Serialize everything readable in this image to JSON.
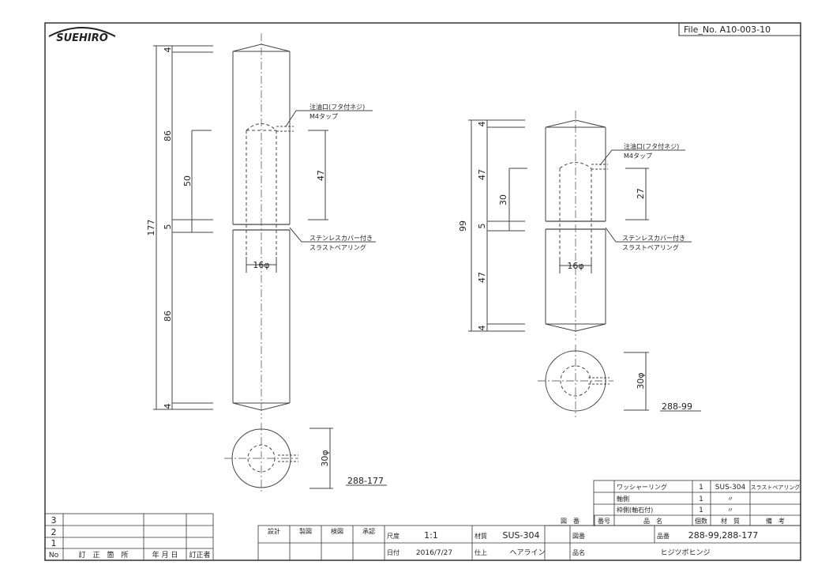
{
  "header": {
    "logo_text": "SUEHIRO",
    "file_no": "File_No. A10-003-10"
  },
  "views": {
    "long": {
      "dims": {
        "total": "177",
        "top_chamfer": "4",
        "upper_len": "86",
        "gap": "5",
        "lower_len": "86",
        "bottom_chamfer": "4",
        "pin_inner": "50",
        "oil_depth": "47",
        "pin_dia": "16φ",
        "outer_dia": "30φ"
      },
      "part_no": "288-177"
    },
    "short": {
      "dims": {
        "total": "99",
        "top_chamfer": "4",
        "upper_len": "47",
        "gap": "5",
        "lower_len": "47",
        "bottom_chamfer": "4",
        "pin_inner": "30",
        "oil_depth": "27",
        "pin_dia": "16φ",
        "outer_dia": "30φ"
      },
      "part_no": "288-99"
    }
  },
  "notes": {
    "oil_port_line1": "注油口(フタ付ネジ)",
    "oil_port_line2": "M4タップ",
    "cover_line1": "ステンレスカバー付き",
    "cover_line2": "スラストベアリング"
  },
  "parts_list": {
    "headers": [
      "図　番",
      "番号",
      "品　名",
      "個数",
      "材　質",
      "備　考"
    ],
    "rows": [
      {
        "name": "ワッシャーリング",
        "qty": "1",
        "material": "SUS-304",
        "remark": "スラストベアリング"
      },
      {
        "name": "軸側",
        "qty": "1",
        "material": "〃",
        "remark": ""
      },
      {
        "name": "枠側(軸石付)",
        "qty": "1",
        "material": "〃",
        "remark": ""
      }
    ]
  },
  "revision_table": {
    "rows": [
      "3",
      "2",
      "1"
    ],
    "headers": [
      "No",
      "訂　正　箇　所",
      "年 月 日",
      "訂正者"
    ]
  },
  "title_block": {
    "sign_labels": [
      "設計",
      "製図",
      "検図",
      "承認"
    ],
    "scale_label": "尺度",
    "scale_value": "1:1",
    "material_label": "材質",
    "material_value": "SUS-304",
    "drawing_no_label": "図番",
    "part_no_label": "品番",
    "part_no_value": "288-99,288-177",
    "date_label": "日付",
    "date_value": "2016/7/27",
    "finish_label": "仕上",
    "finish_value": "ヘアライン",
    "name_label": "品名",
    "name_value": "ヒジツボヒンジ"
  }
}
